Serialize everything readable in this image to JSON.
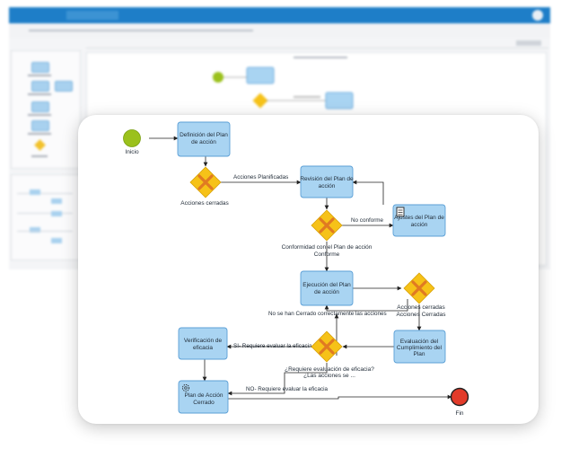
{
  "diagram": {
    "nodes": {
      "inicio": "Inicio",
      "definicion": [
        "Definición del Plan",
        "de acción"
      ],
      "g1": "Acciones cerradas",
      "revision": [
        "Revisión del Plan de",
        "acción"
      ],
      "g2": [
        "Conformidad con el Plan de acción",
        "Conforme"
      ],
      "ajustes": [
        "Ajustes del Plan de",
        "acción"
      ],
      "ejecucion": [
        "Ejecución del Plan",
        "de acción"
      ],
      "g3": [
        "Acciones cerradas",
        "Acciones Cerradas"
      ],
      "evaluacion": [
        "Evaluación del",
        "Cumplimiento del",
        "Plan"
      ],
      "g4": [
        "¿Requiere evaluación de eficacia?",
        "¿Las acciones se ..."
      ],
      "verificacion": [
        "Verificación de",
        "eficacia"
      ],
      "cerrado": [
        "Plan de Acción",
        "Cerrado"
      ],
      "fin": "Fin"
    },
    "edges": {
      "planificadas": "Acciones Planificadas",
      "no_conforme": "No conforme",
      "no_cerrado": "No se han Cerrado correctamente las acciones",
      "si_eficacia": "SI- Requiere evaluar la eficacia",
      "no_eficacia": "NO- Requiere evaluar la eficacia"
    }
  },
  "icons": {
    "start": "start-event-icon",
    "end": "end-event-icon",
    "gateway": "exclusive-gateway-icon",
    "document": "document-icon",
    "gear": "gear-icon"
  },
  "colors": {
    "task_fill": "#a9d4f2",
    "task_stroke": "#5b9fd6",
    "gateway_fill": "#f6c218",
    "gateway_x": "#e07a22",
    "start_fill": "#9bc11c",
    "end_fill": "#e23b2a",
    "topbar": "#1e7ec8"
  }
}
